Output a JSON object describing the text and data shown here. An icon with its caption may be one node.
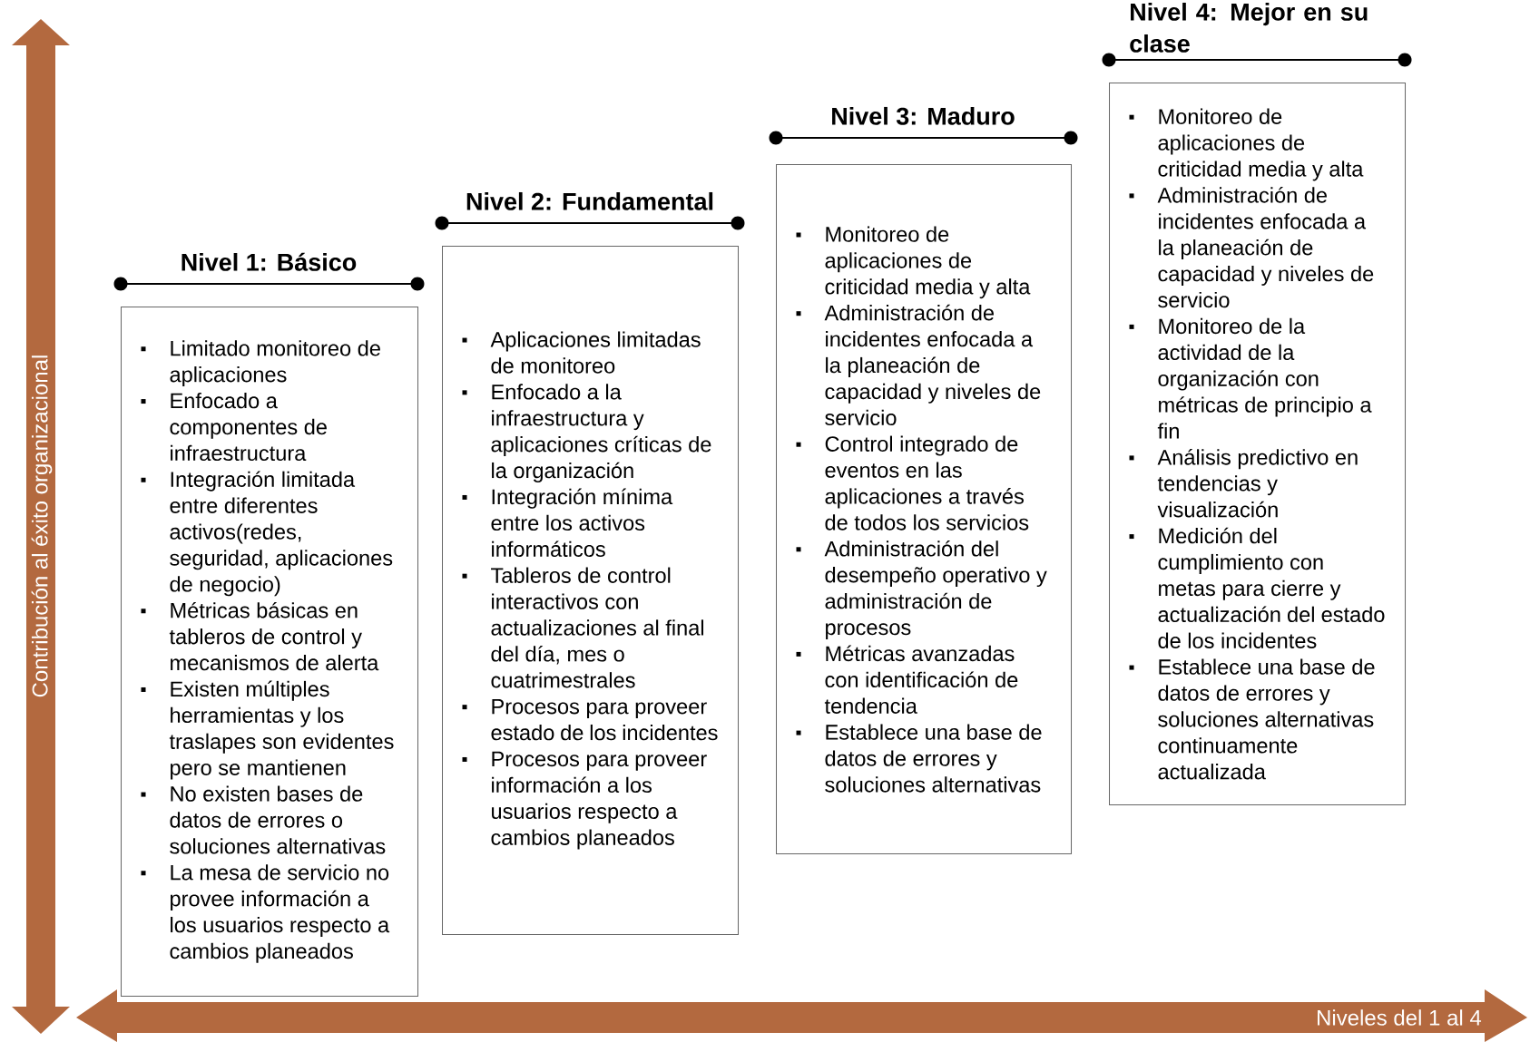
{
  "diagram": {
    "nodes": [
      {
        "text": [
          "Nivel 1: Básico",
          "Limitado monitoreo de aplicaciones",
          "Enfocado a componentes de infraestructura",
          "Integración limitada entre diferentes activos(redes, seguridad, aplicaciones de negocio)",
          "Métricas básicas en tableros de control y mecanismos de alerta",
          "Existen múltiples herramientas y los traslapes son evidentes pero se mantienen",
          "No existen bases de datos de errores o soluciones alternativas",
          "La mesa de servicio no provee información a los usuarios respecto a cambios planeados"
        ]
      },
      {
        "text": [
          "Nivel 2: Fundamental",
          "Aplicaciones limitadas de monitoreo",
          "Enfocado a la infraestructura y aplicaciones críticas de la organización",
          "Integración mínima entre los activos informáticos",
          "Tableros de control interactivos con actualizaciones al final del día, mes o cuatrimestrales",
          "Procesos para proveer estado de los incidentes",
          "Procesos para proveer información a los usuarios respecto a cambios planeados"
        ]
      },
      {
        "text": [
          "Nivel 3: Maduro",
          "Monitoreo de aplicaciones de criticidad media y alta",
          "Administración de incidentes enfocada a la planeación de capacidad y niveles de servicio",
          "Control integrado de eventos en las aplicaciones a través de todos los servicios",
          "Administración del desempeño operativo y administración de procesos",
          "Métricas avanzadas con identificación de tendencia",
          "Establece una base de datos de errores y soluciones alternativas"
        ]
      },
      {
        "text": [
          "Nivel 4: Mejor en su clase",
          "Monitoreo de aplicaciones de criticidad media y alta",
          "Administración de incidentes enfocada a la planeación de capacidad y niveles de servicio",
          "Monitoreo de la actividad de la organización con métricas de principio a fin",
          "Análisis predictivo en tendencias y visualización",
          "Medición del cumplimiento con metas para cierre y actualización del estado de los incidentes",
          "Establece una base de datos de errores y soluciones alternativas continuamente actualizada"
        ]
      }
    ],
    "labels": [
      "Contribución al éxito organizacional",
      "Niveles del 1 al 4"
    ]
  }
}
